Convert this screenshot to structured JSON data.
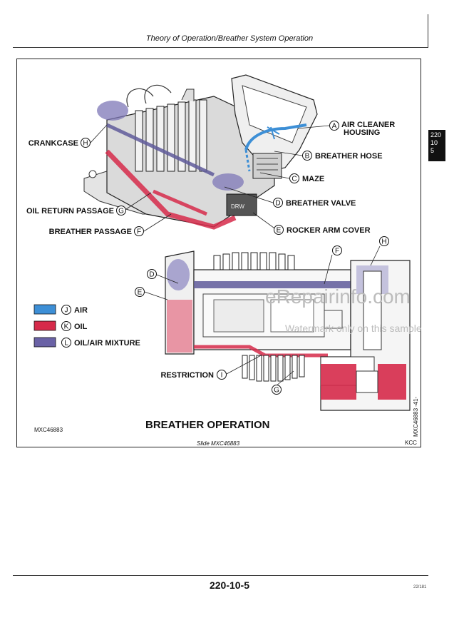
{
  "header": {
    "title": "Theory of Operation/Breather System Operation"
  },
  "side_tab": {
    "lines": [
      "220",
      "10",
      "5"
    ]
  },
  "figure": {
    "title": "BREATHER OPERATION",
    "figure_code": "MXC46883",
    "slide_caption": "Slide MXC46883",
    "initials": "KCC",
    "vertical_code": "MXC46883",
    "vertical_mark": "-41-",
    "callouts": [
      {
        "letter": "A",
        "label": "AIR CLEANER",
        "label2": "HOUSING"
      },
      {
        "letter": "B",
        "label": "BREATHER HOSE"
      },
      {
        "letter": "C",
        "label": "MAZE"
      },
      {
        "letter": "D",
        "label": "BREATHER VALVE"
      },
      {
        "letter": "E",
        "label": "ROCKER ARM COVER"
      },
      {
        "letter": "F",
        "label": "BREATHER PASSAGE"
      },
      {
        "letter": "G",
        "label": "OIL RETURN PASSAGE"
      },
      {
        "letter": "H",
        "label": "CRANKCASE"
      },
      {
        "letter": "I",
        "label": "RESTRICTION"
      }
    ],
    "legend": [
      {
        "letter": "J",
        "label": "AIR",
        "color": "#3d8fd6"
      },
      {
        "letter": "K",
        "label": "OIL",
        "color": "#d62a4a"
      },
      {
        "letter": "L",
        "label": "OIL/AIR MIXTURE",
        "color": "#6a62a6"
      }
    ],
    "section_letters": {
      "f": "F",
      "h": "H",
      "d": "D",
      "e": "E",
      "g": "G"
    }
  },
  "watermark": {
    "text": "eRepairinfo.com",
    "note": "Watermark only on this sample"
  },
  "footer": {
    "page_number": "220-10-5",
    "code": "22/181"
  }
}
